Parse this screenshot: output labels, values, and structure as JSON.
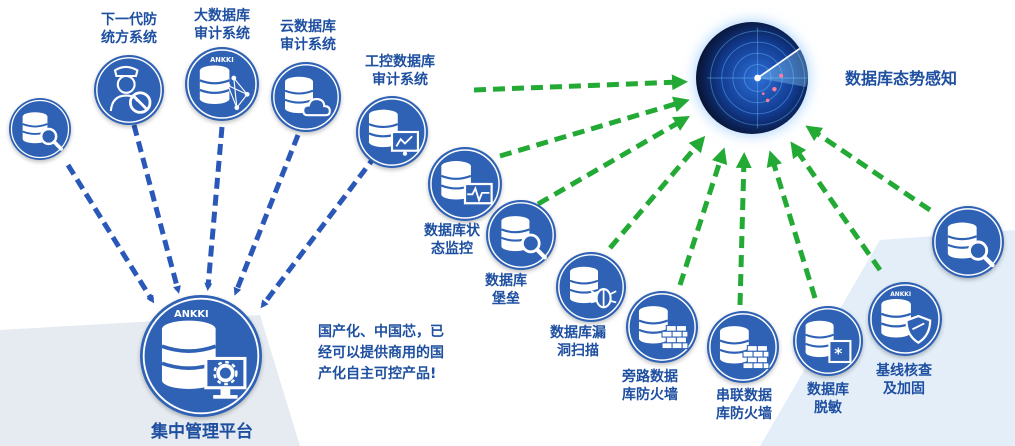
{
  "colors": {
    "blue_node": "#2f62b5",
    "blue_arrow": "#2a58b8",
    "green_arrow": "#22aa35",
    "label_blue": "#1e4fa0",
    "bg_gray": "#e6ebf1"
  },
  "brand": "ANKKI",
  "top_nodes": [
    {
      "lines": [],
      "icon": "database-search-icon"
    },
    {
      "lines": [
        "下一代防",
        "统方系统"
      ],
      "icon": "doctor-forbidden-icon"
    },
    {
      "lines": [
        "大数据库",
        "审计系统"
      ],
      "icon": "database-network-icon"
    },
    {
      "lines": [
        "云数据库",
        "审计系统"
      ],
      "icon": "database-cloud-icon"
    },
    {
      "lines": [
        "工控数据库",
        "审计系统"
      ],
      "icon": "database-control-icon"
    }
  ],
  "platform": {
    "label": "集中管理平台",
    "icon": "database-monitor-gear-icon"
  },
  "note": {
    "lines": [
      "国产化、中国芯，已",
      "经可以提供商用的国",
      "产化自主可控产品!"
    ]
  },
  "awareness": {
    "label": "数据库态势感知",
    "icon": "radar-icon"
  },
  "right_nodes": [
    {
      "lines": [
        "数据库状",
        "态监控"
      ],
      "icon": "database-monitor-icon"
    },
    {
      "lines": [
        "数据库",
        "堡垒"
      ],
      "icon": "database-search-icon"
    },
    {
      "lines": [
        "数据库漏",
        "洞扫描"
      ],
      "icon": "database-bug-icon"
    },
    {
      "lines": [
        "旁路数据",
        "库防火墙"
      ],
      "icon": "database-firewall-icon"
    },
    {
      "lines": [
        "串联数据",
        "库防火墙"
      ],
      "icon": "database-firewall-icon"
    },
    {
      "lines": [
        "数据库",
        "脱敏"
      ],
      "icon": "database-mask-icon"
    },
    {
      "lines": [
        "基线核查",
        "及加固"
      ],
      "icon": "database-shield-icon"
    },
    {
      "lines": [],
      "icon": "database-search-icon"
    }
  ]
}
